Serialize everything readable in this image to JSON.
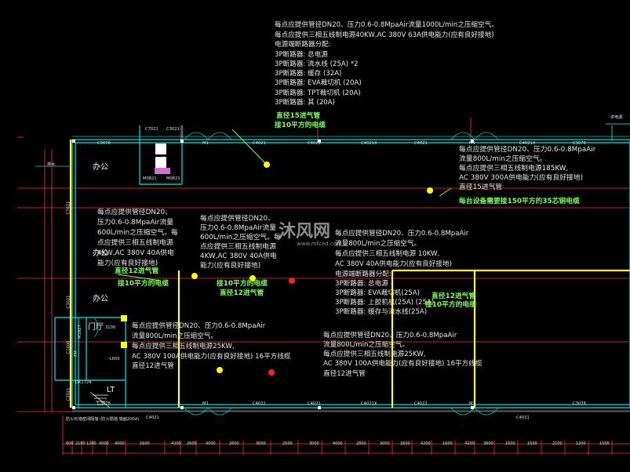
{
  "colors": {
    "wall": "#00c8c8",
    "power_line": "#ffff33",
    "dim_line": "#ff3030",
    "outlet": "#ffff00",
    "outlet_hot": "#ff2020",
    "text": "#e8e8e8",
    "annotation": "#7cfc58"
  },
  "top_notes": [
    "每点应提供管径DN20、压力0.6-0.8MpaAir流量1000L/min之压缩空气。",
    "每点应提供三相五线制电源40KW,AC 380V 63A供电能力(应有良好接地)",
    "电源端断路器分配:",
    "3P断路器: 总电源",
    "3P断路器: 流水线 (25A) *2",
    "3P断路器: 缓存 (32A)",
    "3P断路器: EVA裁切机 (20A)",
    "3P断路器: TPT裁切机 (20A)",
    "3P断路器: 其 (20A)"
  ],
  "pipe_top": [
    "直径15进气管",
    "接10平方的电缆"
  ],
  "right_block": [
    "每点应提供管径DN20、压力0.6-0.8MpaAir",
    "流量800L/min之压缩空气。",
    "每点应提供三相五线制电源185KW,",
    "AC 380V 300A供电能力(应有良好接地)",
    "直径15进气管",
    "每台设备需要接150平方的35芯铜电缆"
  ],
  "left_block": [
    "每点应提供管径DN20、",
    "压力0.6-0.8MpaAir流量",
    "600L/min之压缩空气。每",
    "点应提供三相五线制电源",
    "4KW,AC 380V 40A供电",
    "能力(应有良好接地)",
    "直径12进气管",
    "接10平方的电缆"
  ],
  "mid_block": [
    "每点应提供管径DN20、",
    "压力0.6-0.8MpaAir流量",
    "600L/min之压缩空气。每",
    "点应提供三相五线制电源",
    "4KW,AC 380V 40A供电",
    "能力(应有良好接地)",
    "接10平方的电缆",
    "直径12进气管"
  ],
  "center_block": [
    "每点应提供管径DN20、压力0.6-0.8MpaAir",
    "流量800L/min之压缩空气。",
    "每点应提供三相五线制电源 10KW,",
    "AC 380V 40A供电能力(应有良好接地)",
    "电源端断路器分配:",
    "3P断路器: 总电源",
    "3P断路器: EVA裁切机(25A)",
    "3P断路器: 上胶机机(25A) (25A)",
    "3P断路器: 缓存与流水线(25A)"
  ],
  "center_pipe": [
    "直径12进气管",
    "接10平方的电缆"
  ],
  "bottom_left_block": [
    "每点应提供管径DN20、压力0.6-0.8MpaAir",
    "流量800L/min之压缩空气。",
    "每点应提供三相五线制电源25KW,",
    "AC 380V 100A供电能力(应有良好接地) 16平方线缆",
    "直径12进气管"
  ],
  "bottom_right_block": [
    "每点应提供管径DN20、压力0.6-0.8MpaAir",
    "流量800L/min之压缩空气。",
    "每点应提供三相五线制电源25KW,",
    "AC 380V 100A供电能力(应有良好接地) 16平方线缆",
    "直径12进气管"
  ],
  "rooms": {
    "office1": "办公",
    "office2": "办公",
    "office3": "办公",
    "lobby": "门厅",
    "lift": "LT"
  },
  "tags": {
    "c3078_left": "C3078",
    "c7021": "C7021",
    "c3021": "C3021",
    "m0821": "M0821",
    "m0821b": "M0821",
    "m1a": "M1",
    "c4021a": "C4021",
    "c4021b": "C4021",
    "c4021x1": "C4021X",
    "c4021c": "C4021",
    "m1b": "M1",
    "c4021x2": "C4021X",
    "c3078_right": "C3078",
    "c7021_left": "C7021",
    "c3021_left": "C3021",
    "m1827": "M1827",
    "fm": "FM",
    "c1600": "C1600",
    "n3100": "3100",
    "l600": "-L600",
    "dk1724": "DK1724",
    "c2021": "C2021",
    "c3078_b": "C3078",
    "c4021_b1": "C4021",
    "m1_b": "M1",
    "c4021_b2": "C4021",
    "c4021x_b": "C4021X",
    "c4021_b3": "C4021",
    "c4021_b4": "C4021",
    "m1_b2": "M1",
    "c3078_b2": "C3078",
    "c4021_b5": "C4021",
    "side_note": "排水",
    "bottom_note": "防火石墙密闭隔墙  (防火隔墙  墙面200A)",
    "top_right_note": "供电源"
  },
  "dims": [
    "600",
    "2100",
    "1200",
    "4000",
    "4000",
    "1600",
    "4200",
    "2600",
    "4000",
    "2600",
    "3000",
    "2500",
    "3000",
    "4000",
    "2800",
    "3000",
    "1600",
    "4200",
    "1600",
    "4200",
    "3600",
    "1600",
    "1500",
    "2100",
    "1200",
    "1500"
  ],
  "watermark": {
    "brand": "沐风网",
    "url": "www.mfcad.com"
  }
}
